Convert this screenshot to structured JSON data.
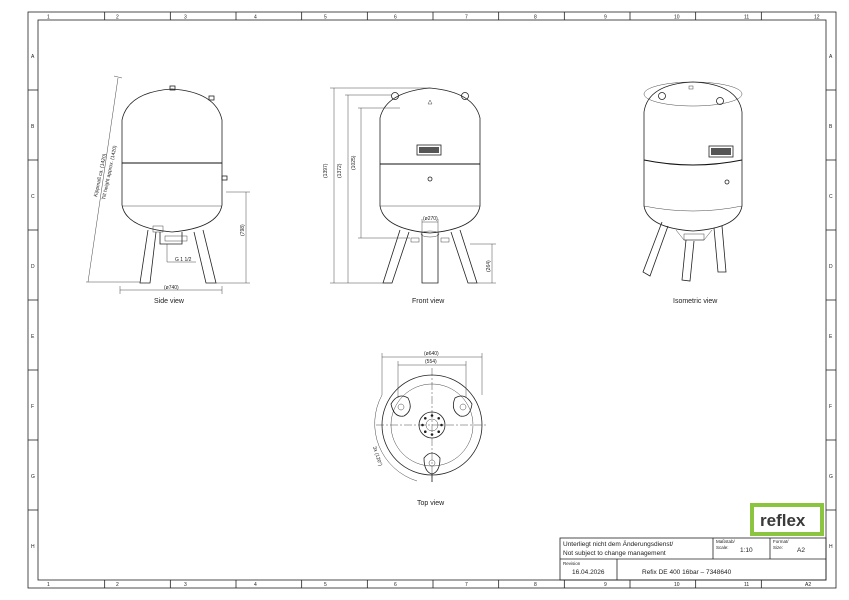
{
  "border": {
    "columns": [
      "1",
      "2",
      "3",
      "4",
      "5",
      "6",
      "7",
      "8",
      "9",
      "10",
      "11",
      "12"
    ],
    "rows": [
      "A",
      "B",
      "C",
      "D",
      "E",
      "F",
      "G",
      "H"
    ]
  },
  "views": {
    "side": "Side view",
    "front": "Front view",
    "isometric": "Isometric view",
    "top": "Top view"
  },
  "dimensions": {
    "side_diag_1": "Kippmaß ca. (1420)",
    "side_diag_2": "Tilt height approx. (1420)",
    "side_connection": "G 1 1/2",
    "side_width": "(ø740)",
    "side_height": "(798)",
    "front_h1": "(1397)",
    "front_h2": "(1372)",
    "front_h3": "(1025)",
    "front_bottom": "(ø270)",
    "front_leg": "(264)",
    "top_outer": "(ø640)",
    "top_inner": "(554)",
    "top_angle": "3x (120°)"
  },
  "title_block": {
    "notice_de": "Unterliegt nicht dem Änderungsdienst/",
    "notice_en": "Not subject to change management",
    "scale_label_de": "Maßstab/",
    "scale_label_en": "Scale:",
    "scale_value": "1:10",
    "format_label_de": "Format/",
    "format_label_en": "Size:",
    "format_value": "A2",
    "revision_label": "Revision",
    "revision_date": "16.04.2026",
    "product": "Refix DE 400 16bar – 7348640",
    "sheet_size_corner": "A2"
  },
  "logo": {
    "text": "reflex",
    "color": "#8bc53f"
  }
}
